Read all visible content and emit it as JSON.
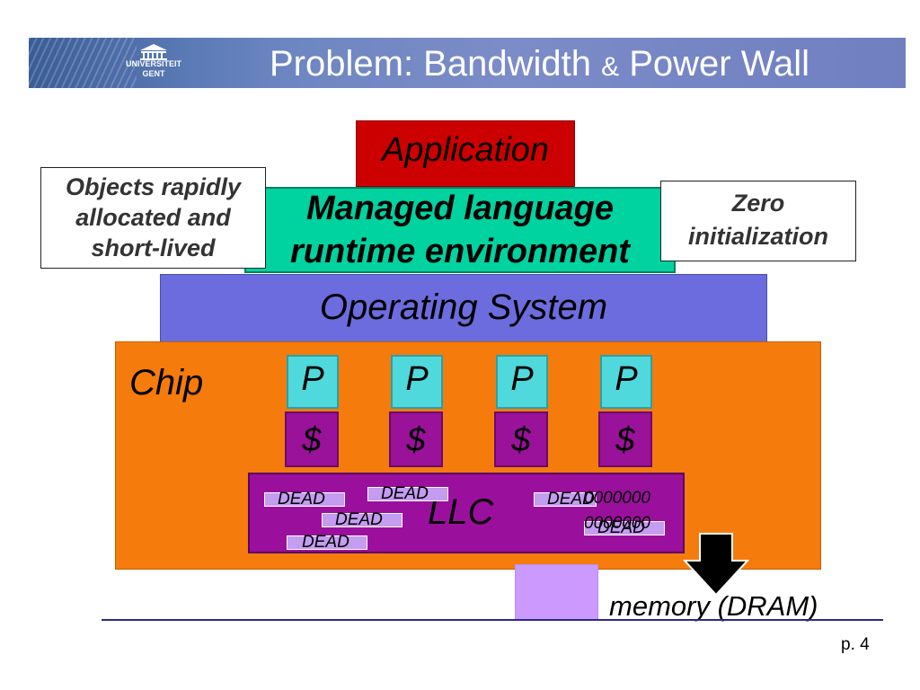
{
  "header": {
    "title_part1": "Problem: Bandwidth ",
    "title_amp": "&",
    "title_part2": " Power Wall",
    "logo_line1": "UNIVERSITEIT",
    "logo_line2": "GENT"
  },
  "stack": {
    "application": "Application",
    "runtime_line1": "Managed language",
    "runtime_line2": "runtime environment",
    "os": "Operating System",
    "chip": "Chip",
    "processors": [
      "P",
      "P",
      "P",
      "P"
    ],
    "caches": [
      "$",
      "$",
      "$",
      "$"
    ],
    "llc": "LLC",
    "dead_blocks": [
      "DEAD",
      "DEAD",
      "DEAD",
      "DEAD",
      "DEAD",
      "DEAD"
    ],
    "zero_line1": "0000000",
    "zero_line2": "0000000",
    "memory": "memory (DRAM)"
  },
  "callouts": {
    "left_line1": "Objects rapidly",
    "left_line2": "allocated and",
    "left_line3": "short-lived",
    "right_line1": "Zero",
    "right_line2": "initialization"
  },
  "footer": {
    "page": "p. 4"
  },
  "colors": {
    "application": "#cc0000",
    "runtime": "#00d2a0",
    "os": "#6c6cde",
    "chip": "#f57b0c",
    "processor": "#4fd9dc",
    "cache": "#9a119a",
    "dead": "#c49cf0",
    "memory": "#cc99ff"
  }
}
